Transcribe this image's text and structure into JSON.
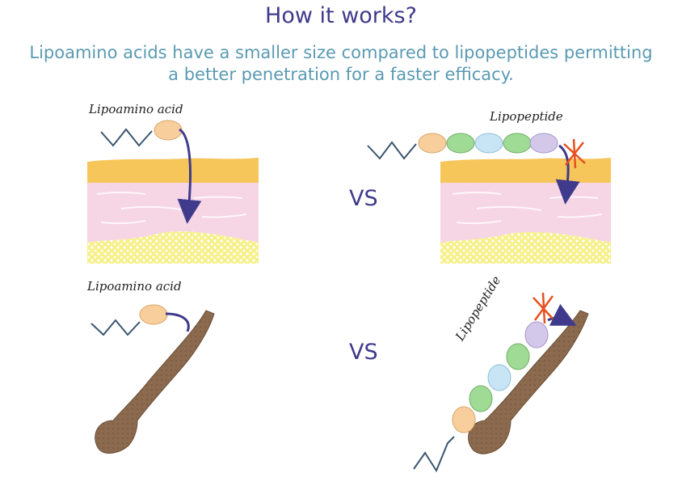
{
  "title": "How it works?",
  "subtitle_line1": "Lipoamino acids have a smaller size compared to lipopeptides permitting",
  "subtitle_line2": "a better penetration for a faster efficacy.",
  "vs": "VS",
  "labels": {
    "lipoamino_acid": "Lipoamino acid",
    "lipopeptide": "Lipopeptide"
  },
  "colors": {
    "title": "#3f3a8c",
    "subtitle": "#5a9ab2",
    "arrow": "#3f3a8c",
    "block_x": "#e8501e",
    "skin_top": "#f6c65a",
    "skin_middle": "#f6d5e4",
    "skin_bottom": "#f7f08a",
    "hair": "#8b6a4e",
    "bead_orange": "#f8cf9c",
    "bead_green": "#9fdb95",
    "bead_blue": "#c7e5f4",
    "bead_purple": "#d4c8ea"
  }
}
